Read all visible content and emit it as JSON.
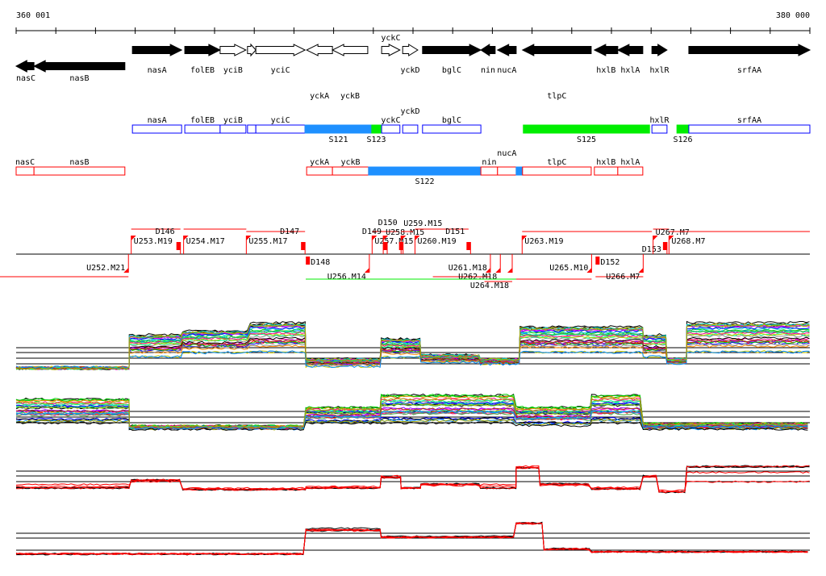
{
  "ruler": {
    "start_label": "360 001",
    "end_label": "380 000",
    "span_kb": 20
  },
  "genes": [
    {
      "name": "nasC",
      "start": 0,
      "end": 0.45,
      "strand": "-",
      "fill": "black",
      "label_pos": "below"
    },
    {
      "name": "nasB",
      "start": 0.45,
      "end": 2.74,
      "strand": "-",
      "fill": "black",
      "label_pos": "below"
    },
    {
      "name": "nasA",
      "start": 2.93,
      "end": 4.17,
      "strand": "+",
      "fill": "black",
      "label_pos": "below"
    },
    {
      "name": "folEB",
      "start": 4.25,
      "end": 5.14,
      "strand": "+",
      "fill": "black",
      "label_pos": "below"
    },
    {
      "name": "yciB",
      "start": 5.14,
      "end": 5.79,
      "strand": "+",
      "fill": "white",
      "label_pos": "below"
    },
    {
      "name": "",
      "start": 5.83,
      "end": 6.04,
      "strand": "+",
      "fill": "white",
      "label_pos": "below"
    },
    {
      "name": "yciC",
      "start": 6.04,
      "end": 7.28,
      "strand": "+",
      "fill": "white",
      "label_pos": "below"
    },
    {
      "name": "yckA",
      "start": 7.32,
      "end": 7.97,
      "strand": "-",
      "fill": "white",
      "label_pos": "below2"
    },
    {
      "name": "yckB",
      "start": 7.97,
      "end": 8.86,
      "strand": "-",
      "fill": "white",
      "label_pos": "below2"
    },
    {
      "name": "yckC",
      "start": 9.21,
      "end": 9.67,
      "strand": "+",
      "fill": "white",
      "label_pos": "above"
    },
    {
      "name": "yckD",
      "start": 9.74,
      "end": 10.12,
      "strand": "+",
      "fill": "white",
      "label_pos": "below"
    },
    {
      "name": "bglC",
      "start": 10.24,
      "end": 11.71,
      "strand": "+",
      "fill": "black",
      "label_pos": "below"
    },
    {
      "name": "nin",
      "start": 11.71,
      "end": 12.07,
      "strand": "-",
      "fill": "black",
      "label_pos": "below"
    },
    {
      "name": "nucA",
      "start": 12.13,
      "end": 12.6,
      "strand": "-",
      "fill": "black",
      "label_pos": "below"
    },
    {
      "name": "tlpC",
      "start": 12.76,
      "end": 14.49,
      "strand": "-",
      "fill": "black",
      "label_pos": "below2"
    },
    {
      "name": "hxlB",
      "start": 14.57,
      "end": 15.16,
      "strand": "-",
      "fill": "black",
      "label_pos": "below"
    },
    {
      "name": "hxlA",
      "start": 15.16,
      "end": 15.79,
      "strand": "-",
      "fill": "black",
      "label_pos": "below"
    },
    {
      "name": "hxlR",
      "start": 16.02,
      "end": 16.4,
      "strand": "+",
      "fill": "black",
      "label_pos": "below"
    },
    {
      "name": "srfAA",
      "start": 16.95,
      "end": 20,
      "strand": "+",
      "fill": "black",
      "label_pos": "below"
    }
  ],
  "plus_track": [
    {
      "name": "nasA",
      "start": 2.93,
      "end": 4.17,
      "type": "gene"
    },
    {
      "name": "folEB",
      "start": 4.25,
      "end": 5.14,
      "type": "gene"
    },
    {
      "name": "yciB",
      "start": 5.14,
      "end": 5.79,
      "type": "gene"
    },
    {
      "name": "",
      "start": 5.83,
      "end": 6.04,
      "type": "gene"
    },
    {
      "name": "yciC",
      "start": 6.04,
      "end": 7.28,
      "type": "gene"
    },
    {
      "name": "S121",
      "start": 7.28,
      "end": 8.96,
      "type": "blue"
    },
    {
      "name": "S123",
      "start": 8.96,
      "end": 9.19,
      "type": "green"
    },
    {
      "name": "yckC",
      "start": 9.21,
      "end": 9.67,
      "type": "gene"
    },
    {
      "name": "yckD",
      "start": 9.74,
      "end": 10.12,
      "type": "gene"
    },
    {
      "name": "bglC",
      "start": 10.24,
      "end": 11.71,
      "type": "gene"
    },
    {
      "name": "S125",
      "start": 12.78,
      "end": 15.96,
      "type": "green"
    },
    {
      "name": "hxlR",
      "start": 16.02,
      "end": 16.4,
      "type": "gene"
    },
    {
      "name": "S126",
      "start": 16.65,
      "end": 16.95,
      "type": "green"
    },
    {
      "name": "srfAA",
      "start": 16.95,
      "end": 20,
      "type": "gene"
    }
  ],
  "minus_track": [
    {
      "name": "nasC",
      "start": 0,
      "end": 0.45,
      "type": "gene"
    },
    {
      "name": "nasB",
      "start": 0.45,
      "end": 2.74,
      "type": "gene"
    },
    {
      "name": "yckA",
      "start": 7.32,
      "end": 7.97,
      "type": "gene"
    },
    {
      "name": "yckB",
      "start": 7.97,
      "end": 8.88,
      "type": "gene"
    },
    {
      "name": "S122",
      "start": 8.88,
      "end": 11.71,
      "type": "blue"
    },
    {
      "name": "nin",
      "start": 11.71,
      "end": 12.13,
      "type": "gene"
    },
    {
      "name": "nucA",
      "start": 12.13,
      "end": 12.6,
      "type": "gene"
    },
    {
      "name": "",
      "start": 12.6,
      "end": 12.76,
      "type": "blue"
    },
    {
      "name": "tlpC",
      "start": 12.76,
      "end": 14.49,
      "type": "gene"
    },
    {
      "name": "hxlB",
      "start": 14.57,
      "end": 15.16,
      "type": "gene"
    },
    {
      "name": "hxlA",
      "start": 15.16,
      "end": 15.79,
      "type": "gene"
    }
  ],
  "segments": [
    {
      "label": "U252.M21",
      "start": -0.4,
      "end": 2.83,
      "dir": "down"
    },
    {
      "label": "U253.M19",
      "start": 2.9,
      "end": 4.14,
      "dir": "up"
    },
    {
      "label": "D146",
      "start": 3.8,
      "end": 4.14,
      "dir": "marker"
    },
    {
      "label": "U254.M17",
      "start": 4.22,
      "end": 5.8,
      "dir": "up"
    },
    {
      "label": "U255.M17",
      "start": 5.8,
      "end": 7.28,
      "dir": "up"
    },
    {
      "label": "D147",
      "start": 7.0,
      "end": 7.28,
      "dir": "marker"
    },
    {
      "label": "D148",
      "start": 7.3,
      "end": 7.5,
      "dir": "marker-down"
    },
    {
      "label": "U256.M14",
      "start": 7.3,
      "end": 8.9,
      "dir": "down"
    },
    {
      "label": "U257.M15",
      "start": 8.97,
      "end": 9.3,
      "dir": "up"
    },
    {
      "label": "D149",
      "start": 9.1,
      "end": 9.35,
      "dir": "marker"
    },
    {
      "label": "U258.M15",
      "start": 9.25,
      "end": 9.65,
      "dir": "up"
    },
    {
      "label": "D150",
      "start": 9.6,
      "end": 9.75,
      "dir": "marker"
    },
    {
      "label": "U259.M15",
      "start": 9.7,
      "end": 10.0,
      "dir": "up"
    },
    {
      "label": "U260.M19",
      "start": 10.05,
      "end": 11.4,
      "dir": "up"
    },
    {
      "label": "D151",
      "start": 11.3,
      "end": 11.45,
      "dir": "marker"
    },
    {
      "label": "U261.M18",
      "start": 10.5,
      "end": 11.95,
      "dir": "down"
    },
    {
      "label": "U262.M18",
      "start": 11.0,
      "end": 12.2,
      "dir": "down"
    },
    {
      "label": "U264.M18",
      "start": 11.8,
      "end": 12.5,
      "dir": "down"
    },
    {
      "label": "U263.M19",
      "start": 12.75,
      "end": 16.02,
      "dir": "up"
    },
    {
      "label": "U265.M10",
      "start": 12.55,
      "end": 14.5,
      "dir": "down"
    },
    {
      "label": "D152",
      "start": 14.6,
      "end": 14.8,
      "dir": "marker-down"
    },
    {
      "label": "U266.M7",
      "start": 14.6,
      "end": 15.8,
      "dir": "down"
    },
    {
      "label": "D153",
      "start": 16.0,
      "end": 16.4,
      "dir": "marker"
    },
    {
      "label": "U267.M7",
      "start": 16.05,
      "end": 16.45,
      "dir": "up"
    },
    {
      "label": "U268.M7",
      "start": 16.45,
      "end": 20,
      "dir": "up"
    }
  ],
  "colors": {
    "blue": "#1e90ff",
    "green": "#00ee00",
    "red": "#ff0000",
    "box_blue": "#0000ff",
    "box_red": "#ff0000"
  }
}
